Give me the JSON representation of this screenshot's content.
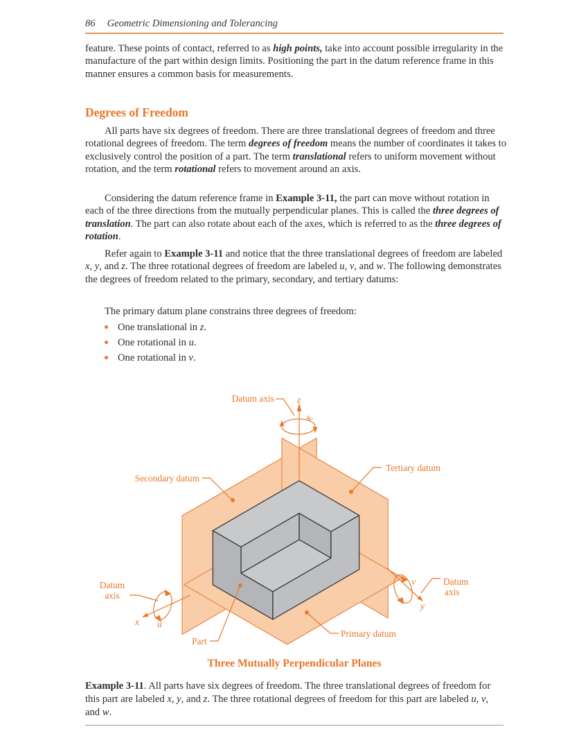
{
  "page": {
    "number": "86",
    "running_title": "Geometric Dimensioning and Tolerancing"
  },
  "intro": [
    {
      "t": "feature. These points of contact, referred to as "
    },
    {
      "t": "high points,",
      "s": "bi"
    },
    {
      "t": " take into account possible irregularity in the manufacture of the part within design limits. Positioning the part in the datum reference frame in this manner ensures a common basis for measurements."
    }
  ],
  "section": {
    "heading": "Degrees of Freedom",
    "p1": [
      {
        "t": "All parts have six degrees of freedom. There are three translational degrees of freedom and three rotational degrees of freedom. The term "
      },
      {
        "t": "degrees of freedom",
        "s": "bi"
      },
      {
        "t": " means the number of coordinates it takes to exclusively control the position of a part. The term "
      },
      {
        "t": "translational",
        "s": "bi"
      },
      {
        "t": " refers to uniform movement without rotation, and the term "
      },
      {
        "t": "rotational",
        "s": "bi"
      },
      {
        "t": " refers to movement around an axis."
      }
    ],
    "p2": [
      {
        "t": "Considering the datum reference frame in "
      },
      {
        "t": "Example 3-11,",
        "s": "b"
      },
      {
        "t": " the part can move without rotation in each of the three directions from the mutually perpendicular planes. This is called the "
      },
      {
        "t": "three degrees of translation",
        "s": "bi"
      },
      {
        "t": ". The part can also rotate about each of the axes, which is referred to as the "
      },
      {
        "t": "three degrees of rotation",
        "s": "bi"
      },
      {
        "t": "."
      }
    ],
    "p3": [
      {
        "t": "Refer again to "
      },
      {
        "t": "Example 3-11",
        "s": "b"
      },
      {
        "t": " and notice that the three translational degrees of freedom are labeled "
      },
      {
        "t": "x",
        "s": "i"
      },
      {
        "t": ", "
      },
      {
        "t": "y",
        "s": "i"
      },
      {
        "t": ", and "
      },
      {
        "t": "z",
        "s": "i"
      },
      {
        "t": ". The three rotational degrees of freedom are labeled "
      },
      {
        "t": "u",
        "s": "i"
      },
      {
        "t": ", "
      },
      {
        "t": "v",
        "s": "i"
      },
      {
        "t": ", and "
      },
      {
        "t": "w",
        "s": "i"
      },
      {
        "t": ". The following demonstrates the degrees of freedom related to the primary, secondary, and tertiary datums:"
      }
    ],
    "list_lead": [
      {
        "t": "The primary datum plane constrains three degrees of freedom:"
      }
    ],
    "list_items": [
      [
        {
          "t": "One translational in "
        },
        {
          "t": "z",
          "s": "i"
        },
        {
          "t": "."
        }
      ],
      [
        {
          "t": "One rotational in "
        },
        {
          "t": "u",
          "s": "i"
        },
        {
          "t": "."
        }
      ],
      [
        {
          "t": "One rotational in "
        },
        {
          "t": "v",
          "s": "i"
        },
        {
          "t": "."
        }
      ]
    ]
  },
  "figure": {
    "labels": {
      "datum_axis_top": "Datum axis",
      "secondary": "Secondary datum",
      "tertiary": "Tertiary datum",
      "datum_left_line1": "Datum",
      "datum_left_line2": "axis",
      "datum_right_line1": "Datum",
      "datum_right_line2": "axis",
      "part": "Part",
      "primary": "Primary datum"
    },
    "axes": {
      "x": "x",
      "y": "y",
      "z": "z",
      "u": "u",
      "v": "v",
      "w": "w"
    },
    "title": "Three Mutually Perpendicular Planes"
  },
  "caption": [
    {
      "t": "Example 3-11",
      "s": "b"
    },
    {
      "t": ". All parts have six degrees of freedom. The three translational degrees of freedom for this part are labeled "
    },
    {
      "t": "x",
      "s": "i"
    },
    {
      "t": ", "
    },
    {
      "t": "y",
      "s": "i"
    },
    {
      "t": ", and "
    },
    {
      "t": "z",
      "s": "i"
    },
    {
      "t": ". The three rotational degrees of freedom for this part are labeled "
    },
    {
      "t": "u",
      "s": "i"
    },
    {
      "t": ", "
    },
    {
      "t": "v",
      "s": "i"
    },
    {
      "t": ", and "
    },
    {
      "t": "w",
      "s": "i"
    },
    {
      "t": "."
    }
  ],
  "colors": {
    "accent_orange": "#e8782a",
    "plane_fill": "#f8cda7",
    "plane_edge": "#ea8f55",
    "part_top": "#c8c9cb",
    "part_left": "#b3b5b8",
    "part_right": "#bdbfc2",
    "body_text": "#2b2b2b",
    "caption_rule": "#9b9b9b"
  }
}
